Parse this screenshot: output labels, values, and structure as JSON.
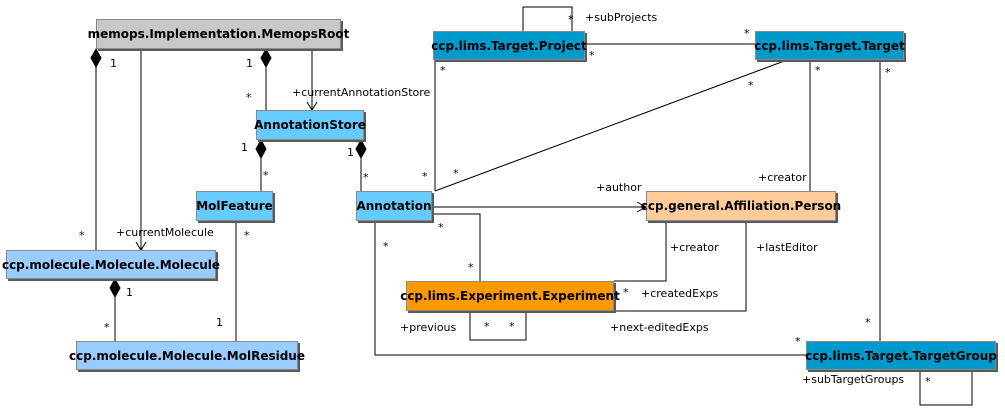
{
  "colors": {
    "root": "#c8c8c8",
    "store": "#66ccff",
    "molecule": "#99ccff",
    "target": "#0099cc",
    "person": "#ffcc99",
    "experiment": "#ff9900"
  },
  "nodes": {
    "root": "memops.Implementation.MemopsRoot",
    "annotation_store": "AnnotationStore",
    "mol_feature": "MolFeature",
    "annotation": "Annotation",
    "molecule": "ccp.molecule.Molecule.Molecule",
    "mol_residue": "ccp.molecule.Molecule.MolResidue",
    "project": "ccp.lims.Target.Project",
    "target": "ccp.lims.Target.Target",
    "person": "ccp.general.Affiliation.Person",
    "experiment": "ccp.lims.Experiment.Experiment",
    "target_group": "ccp.lims.Target.TargetGroup"
  },
  "roles": {
    "sub_projects": "+subProjects",
    "current_annotation_store": "+currentAnnotationStore",
    "current_molecule": "+currentMolecule",
    "author": "+author",
    "creator_target": "+creator",
    "creator_experiment": "+creator",
    "last_editor": "+lastEditor",
    "created_exps": "+createdExps",
    "previous": "+previous",
    "next_edited_exps": "+next-editedExps",
    "sub_target_groups": "+subTargetGroups"
  },
  "multiplicities": {
    "root_molecule_root": "1",
    "root_store_root": "1",
    "store_feature_store": "1",
    "store_annotation_store": "1",
    "molecule_residue_molecule": "1",
    "feature_residue_residue": "1",
    "star": "*"
  }
}
